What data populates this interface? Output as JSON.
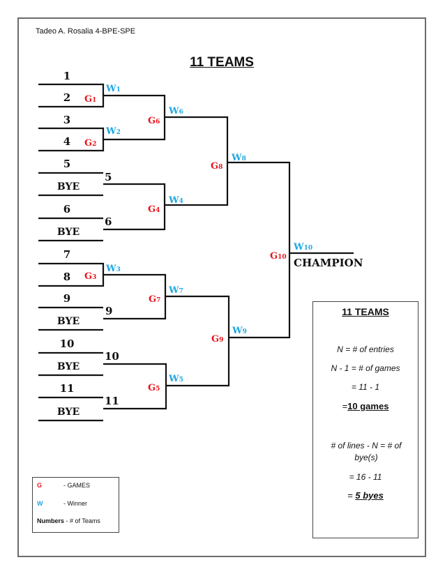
{
  "header": {
    "author": "Tadeo A. Rosalia 4-BPE-SPE",
    "title": "11 TEAMS"
  },
  "bracket": {
    "slots": [
      "1",
      "2",
      "3",
      "4",
      "5",
      "BYE",
      "6",
      "BYE",
      "7",
      "8",
      "9",
      "BYE",
      "10",
      "BYE",
      "11",
      "BYE"
    ],
    "advances": [
      "5",
      "6",
      "9",
      "10",
      "11"
    ],
    "games": [
      "G1",
      "G2",
      "G3",
      "G4",
      "G5",
      "G6",
      "G7",
      "G8",
      "G9",
      "G10"
    ],
    "winners": [
      "W1",
      "W2",
      "W3",
      "W4",
      "W5",
      "W6",
      "W7",
      "W8",
      "W9",
      "W10"
    ],
    "champion": "CHAMPION"
  },
  "rules": {
    "title": "11 TEAMS",
    "line1": "N = # of entries",
    "line2": "N - 1 = # of games",
    "line3": "= 11 - 1",
    "line4_prefix": "=",
    "line4_value": "10 games",
    "line5": "# of lines - N = # of bye(s)",
    "line6": "= 16 - 11",
    "line7_prefix": "= ",
    "line7_value": "5 byes"
  },
  "legend": {
    "g_key": "G",
    "g_desc": "- GAMES",
    "w_key": "W",
    "w_desc": "- Winner",
    "n_key": "Numbers",
    "n_desc": "- # of Teams"
  },
  "colors": {
    "game": "#e8141b",
    "winner": "#22a7e0",
    "line": "#111111"
  }
}
